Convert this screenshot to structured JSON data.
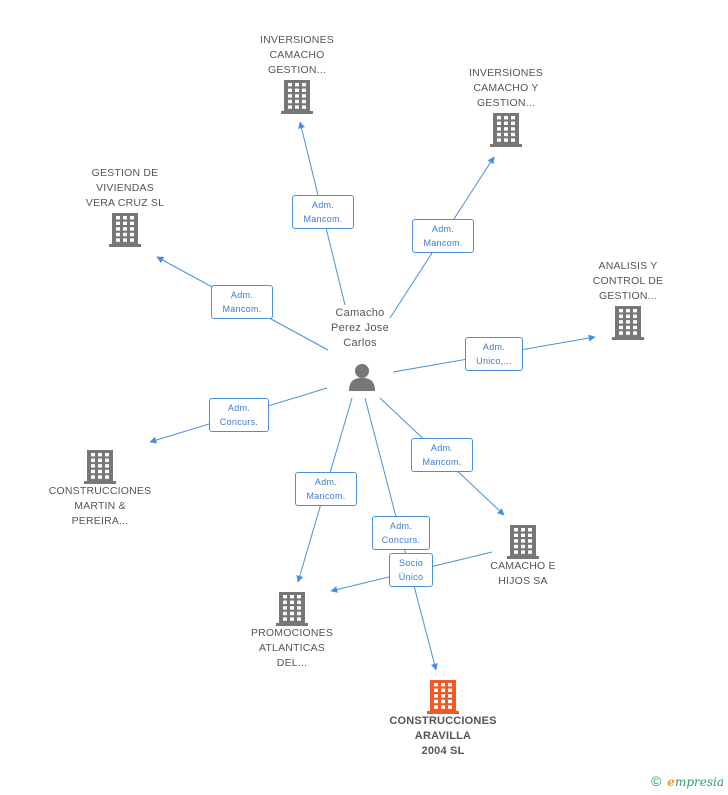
{
  "center": {
    "name": "Camacho\nPerez Jose\nCarlos"
  },
  "companies": [
    {
      "id": "c1",
      "name": "INVERSIONES\nCAMACHO\nGESTION..."
    },
    {
      "id": "c2",
      "name": "INVERSIONES\nCAMACHO Y\nGESTION..."
    },
    {
      "id": "c3",
      "name": "GESTION DE\nVIVIENDAS\nVERA CRUZ SL"
    },
    {
      "id": "c4",
      "name": "ANALISIS Y\nCONTROL DE\nGESTION..."
    },
    {
      "id": "c5",
      "name": "CONSTRUCCIONES\nMARTIN &\nPEREIRA..."
    },
    {
      "id": "c6",
      "name": "CAMACHO E\nHIJOS SA"
    },
    {
      "id": "c7",
      "name": "PROMOCIONES\nATLANTICAS\nDEL..."
    },
    {
      "id": "c8",
      "name": "CONSTRUCCIONES\nARAVILLA\n2004 SL",
      "highlight": true
    }
  ],
  "relations": [
    {
      "to": "c1",
      "label": "Adm.\nMancom."
    },
    {
      "to": "c2",
      "label": "Adm.\nMancom."
    },
    {
      "to": "c3",
      "label": "Adm.\nMancom."
    },
    {
      "to": "c4",
      "label": "Adm.\nUnico,..."
    },
    {
      "to": "c5",
      "label": "Adm.\nConcurs."
    },
    {
      "to": "c6",
      "label": "Adm.\nMancom."
    },
    {
      "to": "c7",
      "label": "Adm.\nMancom."
    },
    {
      "to": "c8",
      "label": "Adm.\nConcurs."
    },
    {
      "from": "c6",
      "to": "c7",
      "label": "Socio\nÚnico"
    }
  ],
  "colors": {
    "edge": "#4a90d9",
    "building": "#777777",
    "highlight": "#f05a28"
  },
  "footer": {
    "copyright": "©",
    "brand_e": "e",
    "brand_rest": "mpresia"
  }
}
